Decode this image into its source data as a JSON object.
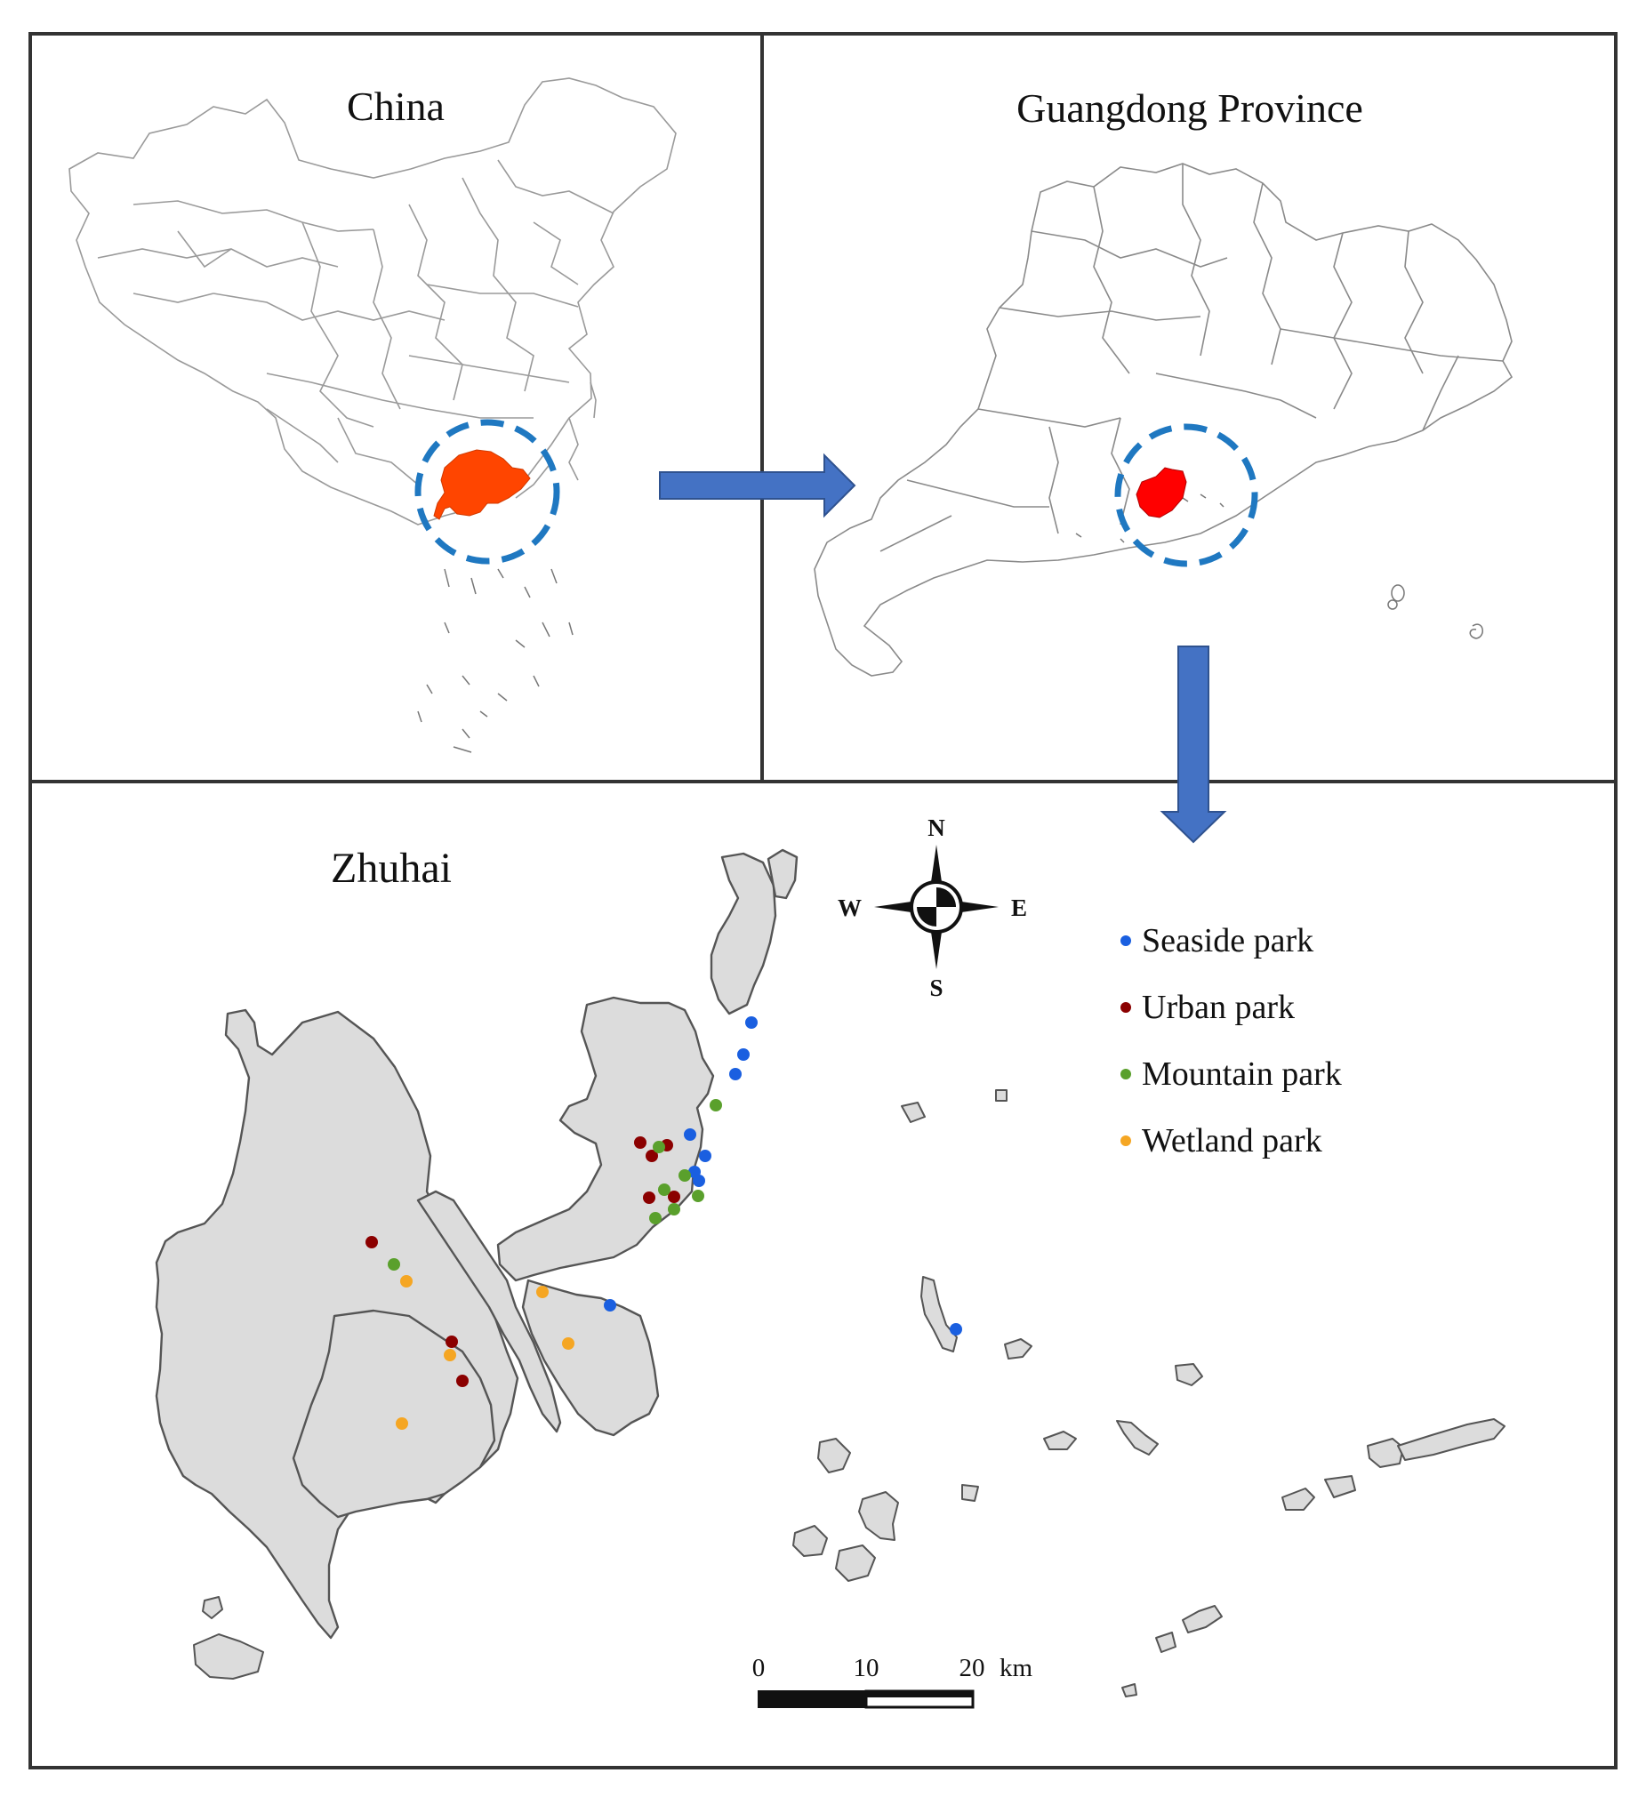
{
  "panels": {
    "china": {
      "title": "China"
    },
    "guangdong": {
      "title": "Guangdong Province"
    },
    "zhuhai": {
      "title": "Zhuhai"
    }
  },
  "compass": {
    "north": "N",
    "south": "S",
    "east": "E",
    "west": "W"
  },
  "legend": [
    {
      "label": "Seaside park",
      "color": "#1a5fe0"
    },
    {
      "label": "Urban park",
      "color": "#8b0000"
    },
    {
      "label": "Mountain park",
      "color": "#5aa02c"
    },
    {
      "label": "Wetland park",
      "color": "#f5a623"
    }
  ],
  "scale_bar": {
    "ticks": [
      "0",
      "10",
      "20"
    ],
    "unit": "km"
  },
  "colors": {
    "highlight_china": "#ff4500",
    "highlight_guangdong": "#ff0000",
    "circle": "#1f78c1",
    "arrow_fill": "#4472c4",
    "arrow_stroke": "#2f528f",
    "land": "#dcdcdc",
    "land_outline": "#555555"
  }
}
